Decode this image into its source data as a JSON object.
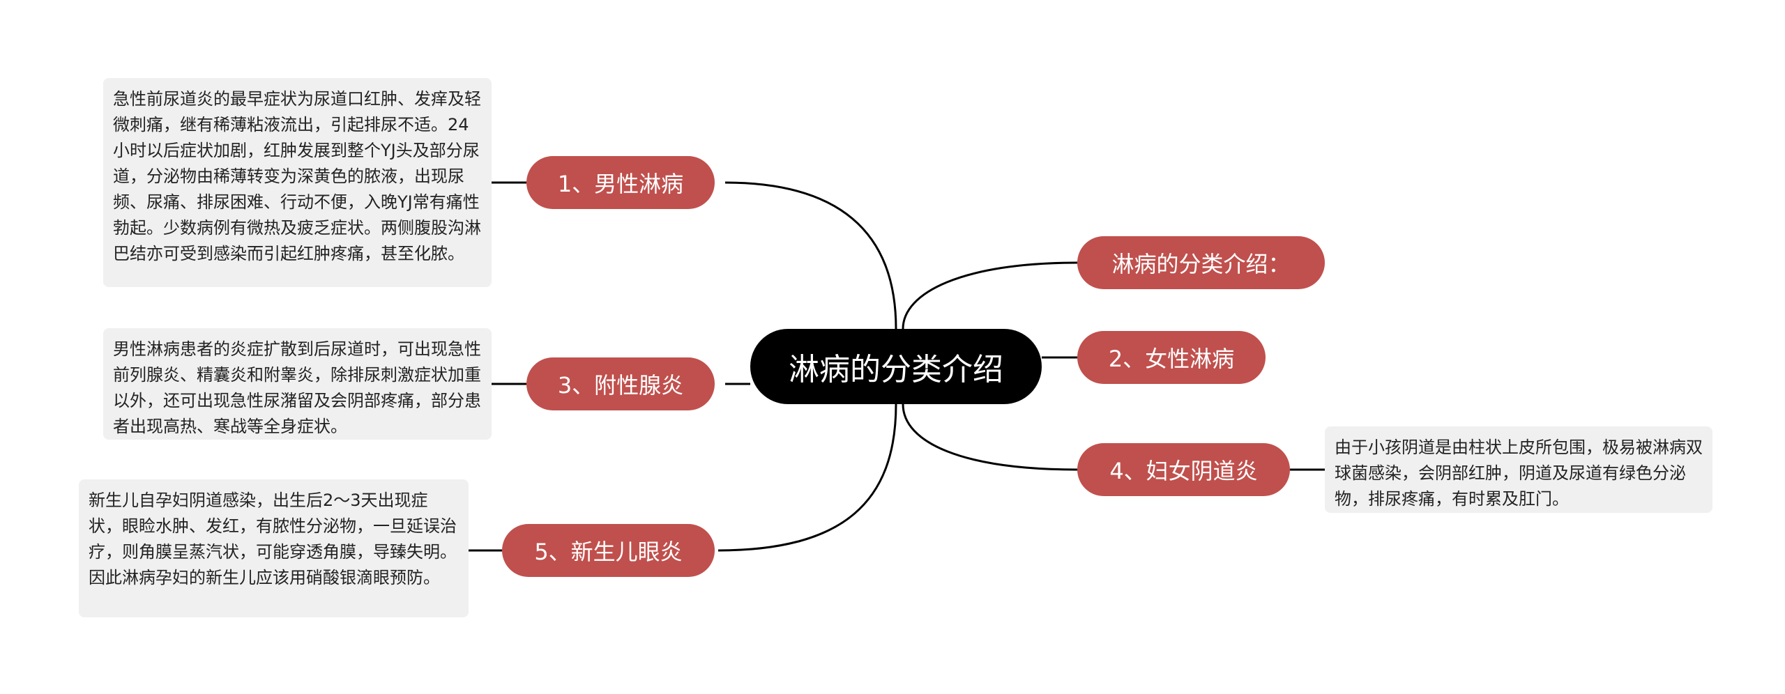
{
  "root": {
    "label": "淋病的分类介绍"
  },
  "branches": {
    "male": {
      "label": "1、男性淋病",
      "note": "急性前尿道炎的最早症状为尿道口红肿、发痒及轻微刺痛，继有稀薄粘液流出，引起排尿不适。24小时以后症状加剧，红肿发展到整个YJ头及部分尿道，分泌物由稀薄转变为深黄色的脓液，出现尿频、尿痛、排尿困难、行动不便，入晚YJ常有痛性勃起。少数病例有微热及疲乏症状。两侧腹股沟淋巴结亦可受到感染而引起红肿疼痛，甚至化脓。"
    },
    "adnexitis": {
      "label": "3、附性腺炎",
      "note": "男性淋病患者的炎症扩散到后尿道时，可出现急性前列腺炎、精囊炎和附睾炎，除排尿刺激症状加重以外，还可出现急性尿潴留及会阴部疼痛，部分患者出现高热、寒战等全身症状。"
    },
    "newborn": {
      "label": "5、新生儿眼炎",
      "note": "新生儿自孕妇阴道感染，出生后2～3天出现症状，眼睑水肿、发红，有脓性分泌物，一旦延误治疗，则角膜呈蒸汽状，可能穿透角膜，导臻失明。因此淋病孕妇的新生儿应该用硝酸银滴眼预防。"
    },
    "intro": {
      "label": "淋病的分类介绍："
    },
    "female": {
      "label": "2、女性淋病"
    },
    "vaginitis": {
      "label": "4、妇女阴道炎",
      "note": "由于小孩阴道是由柱状上皮所包围，极易被淋病双球菌感染，会阴部红肿，阴道及尿道有绿色分泌物，排尿疼痛，有时累及肛门。"
    }
  },
  "colors": {
    "root_bg": "#000000",
    "topic_bg": "#c0504d",
    "note_bg": "#f0f0f0",
    "connector": "#000000"
  }
}
